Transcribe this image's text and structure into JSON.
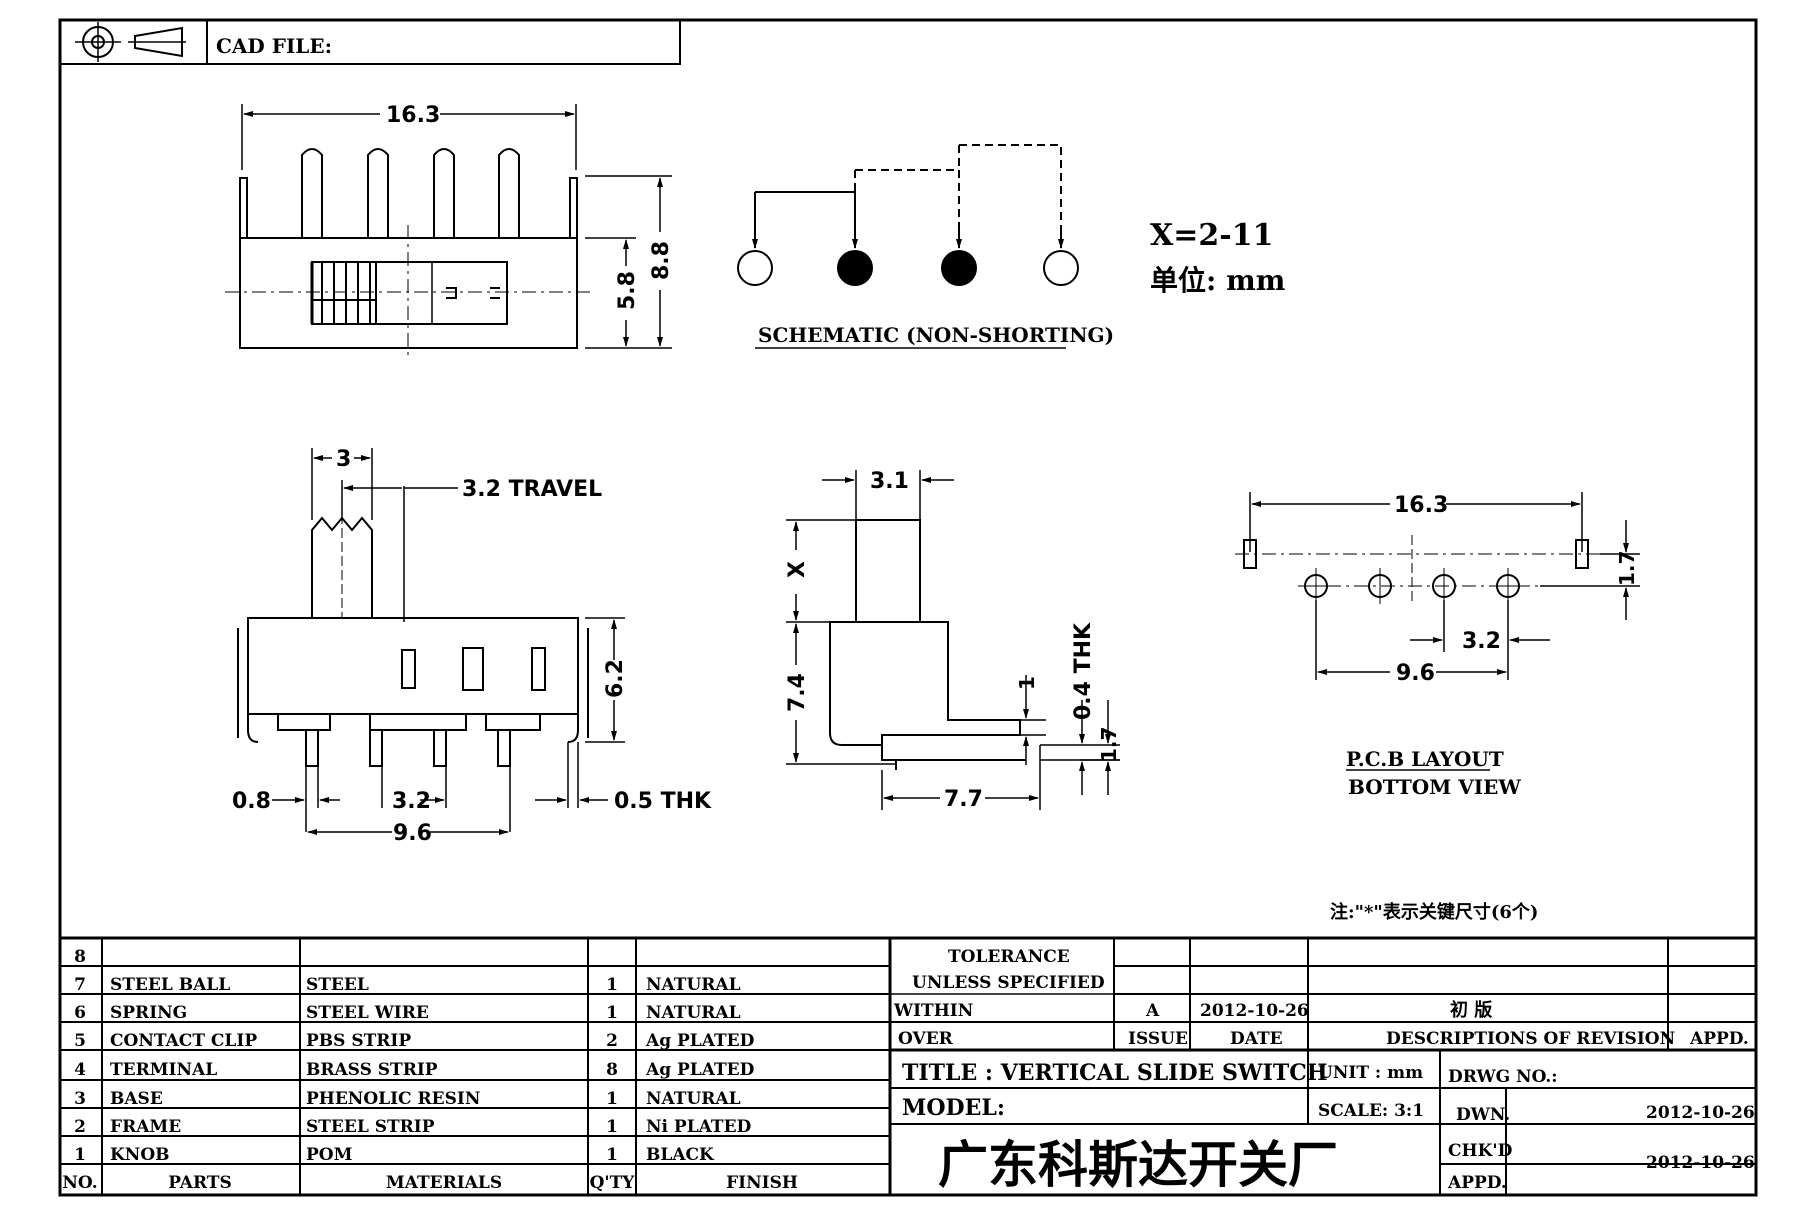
{
  "header": {
    "cad_file_label": "CAD FILE:"
  },
  "front_view": {
    "width": "16.3",
    "height_total": "8.8",
    "height_body": "5.8"
  },
  "schematic": {
    "caption": "SCHEMATIC (NON-SHORTING)"
  },
  "notes": {
    "x_range": "X=2-11",
    "unit_note": "单位: mm",
    "key_note": "注:\"*\"表示关键尺寸(6个)"
  },
  "side_view": {
    "knob_width": "3",
    "travel": "3.2 TRAVEL",
    "height": "6.2",
    "pin_width": "0.8",
    "pitch": "3.2",
    "span": "9.6",
    "thickness": "0.5 THK"
  },
  "end_view": {
    "knob_width": "3.1",
    "x_dim": "X",
    "height": "7.4",
    "dim_1": "1",
    "thk": "0.4 THK",
    "dim_17": "1.7",
    "depth": "7.7"
  },
  "pcb_layout": {
    "width": "16.3",
    "offset": "1.7",
    "pitch": "3.2",
    "span": "9.6",
    "caption_1": "P.C.B LAYOUT",
    "caption_2": "BOTTOM VIEW"
  },
  "bom": {
    "headers": [
      "NO.",
      "PARTS",
      "MATERIALS",
      "Q'TY",
      "FINISH"
    ],
    "rows": [
      [
        "8",
        "",
        "",
        "",
        ""
      ],
      [
        "7",
        "STEEL BALL",
        "STEEL",
        "1",
        "NATURAL"
      ],
      [
        "6",
        "SPRING",
        "STEEL WIRE",
        "1",
        "NATURAL"
      ],
      [
        "5",
        "CONTACT CLIP",
        "PBS STRIP",
        "2",
        "Ag PLATED"
      ],
      [
        "4",
        "TERMINAL",
        "BRASS STRIP",
        "8",
        "Ag PLATED"
      ],
      [
        "3",
        "BASE",
        "PHENOLIC RESIN",
        "1",
        "NATURAL"
      ],
      [
        "2",
        "FRAME",
        "STEEL STRIP",
        "1",
        "Ni PLATED"
      ],
      [
        "1",
        "KNOB",
        "POM",
        "1",
        "BLACK"
      ]
    ]
  },
  "tolerance": {
    "line_1": "TOLERANCE",
    "line_2": "UNLESS   SPECIFIED",
    "within": "WITHIN",
    "over": "OVER"
  },
  "revision": {
    "issue": "A",
    "date": "2012-10-26",
    "description": "初  版",
    "issue_label": "ISSUE",
    "date_label": "DATE",
    "desc_label": "DESCRIPTIONS OF REVISION",
    "appd_label": "APPD."
  },
  "title_block": {
    "title": "TITLE :   VERTICAL  SLIDE  SWITCH",
    "model": "MODEL:",
    "unit": "UNIT :   mm",
    "scale": "SCALE:   3:1",
    "drwg_no": "DRWG NO.:",
    "dwn_label": "DWN.",
    "dwn_date": "2012-10-26",
    "chkd_label": "CHK'D",
    "chkd_date": "2012-10-26",
    "appd_label": "APPD.",
    "company": "广东科斯达开关厂"
  }
}
